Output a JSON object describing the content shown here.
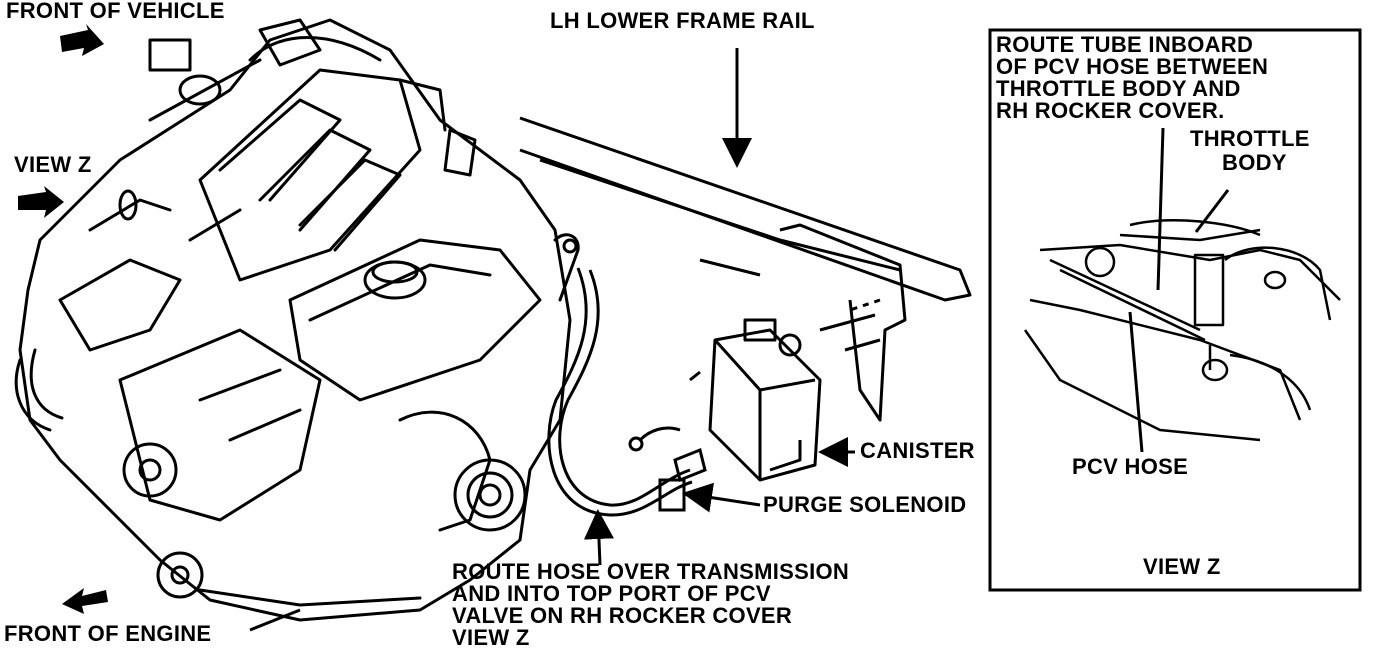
{
  "labels": {
    "front_of_vehicle": "FRONT OF VEHICLE",
    "view_z_left": "VIEW Z",
    "front_of_engine": "FRONT OF ENGINE",
    "lh_lower_frame_rail": "LH LOWER FRAME  RAIL",
    "canister": "CANISTER",
    "purge_solenoid": "PURGE SOLENOID",
    "route_hose_line1": "ROUTE HOSE OVER TRANSMISSION",
    "route_hose_line2": "AND INTO TOP PORT OF PCV",
    "route_hose_line3": "VALVE ON RH ROCKER COVER",
    "route_hose_line4": "VIEW Z"
  },
  "inset": {
    "note_line1": "ROUTE TUBE INBOARD",
    "note_line2": "OF PCV HOSE BETWEEN",
    "note_line3": "THROTTLE BODY AND",
    "note_line4": "RH ROCKER COVER.",
    "throttle_line1": "THROTTLE",
    "throttle_line2": "BODY",
    "pcv_hose": "PCV HOSE",
    "view_title": "VIEW Z"
  }
}
